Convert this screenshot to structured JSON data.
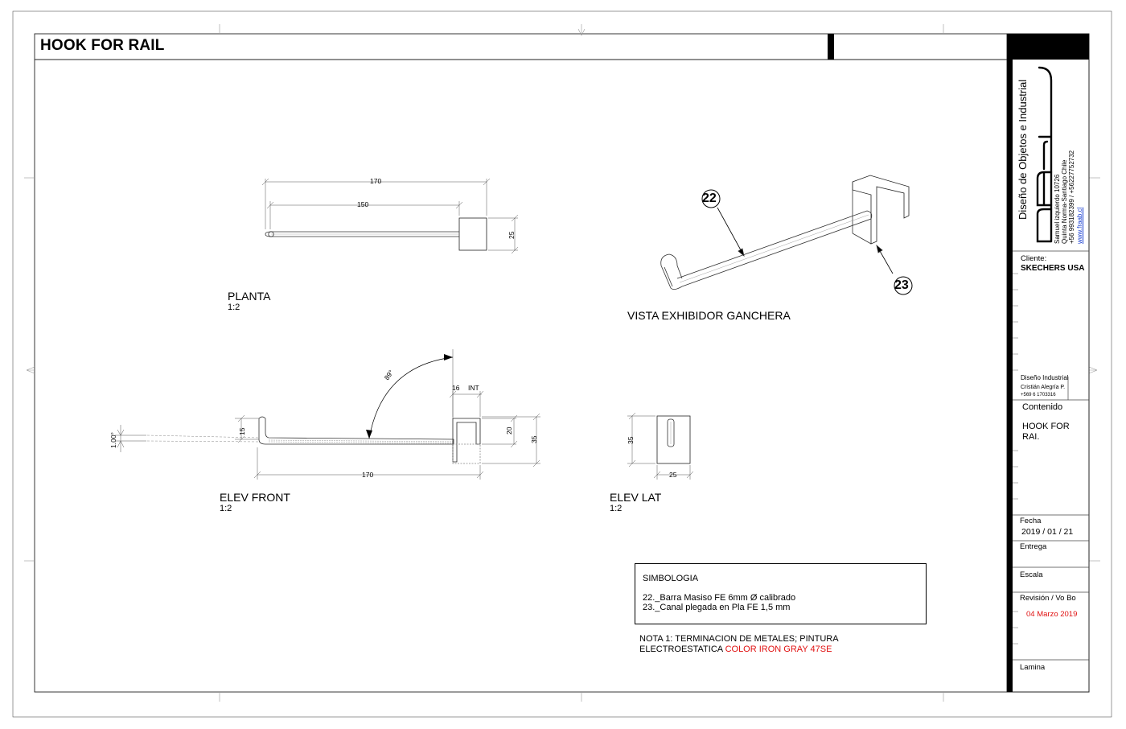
{
  "sheet": {
    "title": "HOOK FOR RAIL"
  },
  "views": {
    "planta": {
      "label": "PLANTA",
      "scale": "1:2",
      "dims": {
        "overall": "170",
        "bar": "150",
        "width": "25"
      }
    },
    "vista": {
      "label": "VISTA EXHIBIDOR GANCHERA",
      "callout_bar": "22",
      "callout_channel": "23"
    },
    "elev_front": {
      "label": "ELEV FRONT",
      "scale": "1:2",
      "dims": {
        "angle": "89°",
        "tilt": "1.00°",
        "tip": "15",
        "inner": "16",
        "int": "INT",
        "h_inner": "20",
        "h_outer": "35",
        "length": "170"
      }
    },
    "elev_lat": {
      "label": "ELEV LAT",
      "scale": "1:2",
      "dims": {
        "height": "35",
        "width": "25"
      }
    }
  },
  "legend": {
    "title": "SIMBOLOGIA",
    "items": [
      "22._Barra Masiso FE 6mm Ø calibrado",
      "23._Canal plegada en Pla FE 1,5 mm"
    ]
  },
  "note": {
    "line1": "NOTA 1: TERMINACION  DE METALES; PINTURA",
    "line2_prefix": "ELECTROESTATICA ",
    "line2_color": "COLOR IRON GRAY 47SE"
  },
  "title_block": {
    "studio": "Diseño de Objetos e Industrial",
    "address1": "Samuel izquierdo 10726",
    "address2": "Quinta Norma-Santiago Chile",
    "phone": "+56 993182399  /  +56227752732",
    "web": "www.fraab.cl",
    "client_label": "Cliente:",
    "client": "SKECHERS USA",
    "design_label": "Diseño Industrial",
    "designer": "Cristián Alegría P.",
    "designer_phone": "+569 6 1703316",
    "content_label": "Contenido",
    "content_line1": "HOOK FOR",
    "content_line2": "RAI.",
    "date_label": "Fecha",
    "date": "2019 / 01 / 21",
    "delivery_label": "Entrega",
    "scale_label": "Escala",
    "revision_label": "Revisión  / Vo Bo",
    "revision": "04 Marzo 2019",
    "sheet_label": "Lamina"
  },
  "colors": {
    "accent_red": "#e01010",
    "link_blue": "#1a3fd0"
  }
}
